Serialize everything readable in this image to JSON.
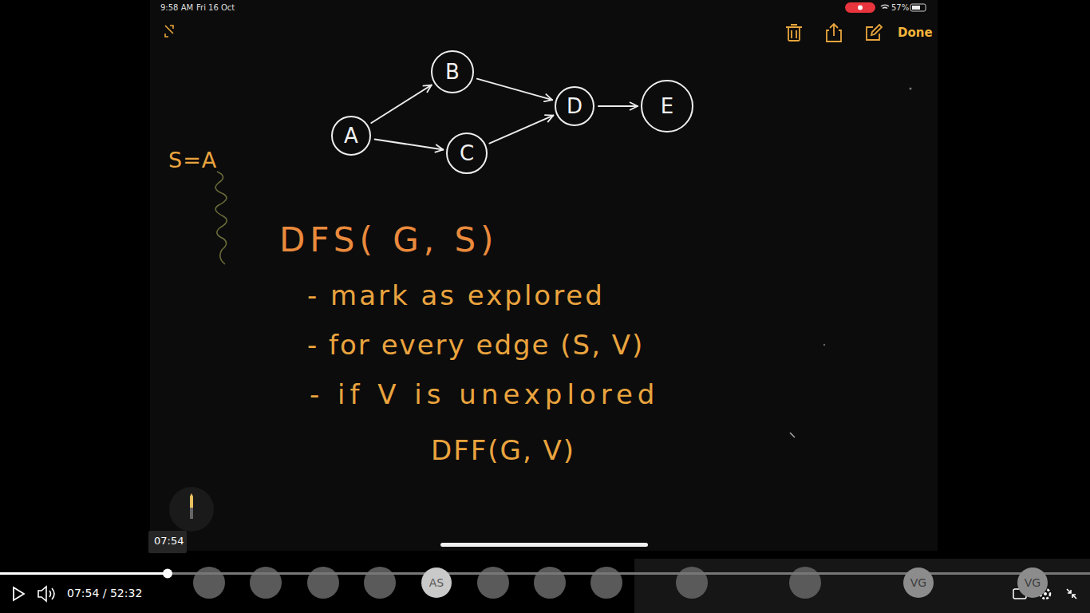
{
  "diagram": {
    "nodes": [
      {
        "text": [
          "A"
        ]
      },
      {
        "text": [
          "B"
        ]
      },
      {
        "text": [
          "C"
        ]
      },
      {
        "text": [
          "D"
        ]
      },
      {
        "text": [
          "E"
        ]
      },
      {
        "text": [
          "AS"
        ]
      },
      {
        "text": [
          "VG"
        ]
      },
      {
        "text": [
          "VG"
        ]
      }
    ],
    "edges": [
      {
        "from": 0,
        "to": 1,
        "arrow": "to"
      },
      {
        "from": 0,
        "to": 2,
        "arrow": "to"
      },
      {
        "from": 1,
        "to": 3,
        "arrow": "to"
      },
      {
        "from": 2,
        "to": 3,
        "arrow": "to"
      },
      {
        "from": 3,
        "to": 4,
        "arrow": "to"
      }
    ],
    "labels": [
      "9:58 AM",
      "Fri 16 Oct",
      "57%",
      "Done",
      "S=A",
      "DFS( G, S)",
      "- mark as explored",
      "- for every edge (S, V)",
      "- if V is unexplored",
      "DFF(G, V)",
      "07:54",
      "07:54 / 52:32"
    ]
  }
}
